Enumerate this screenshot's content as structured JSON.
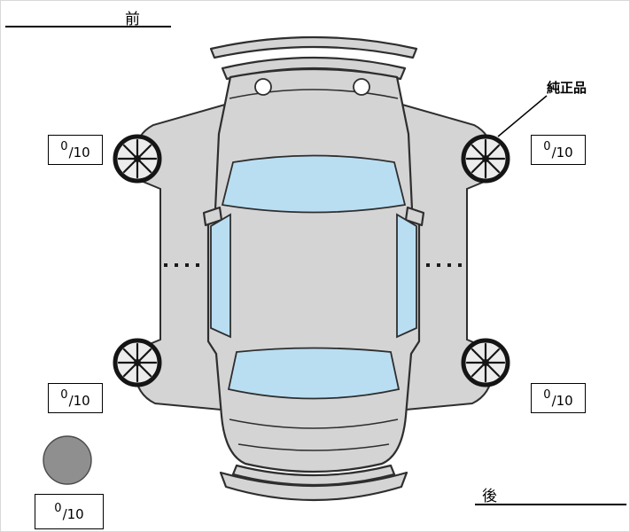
{
  "labels": {
    "front": "前",
    "rear": "後",
    "genuine_part": "純正品"
  },
  "tread_depth": {
    "front_left": {
      "value": "0",
      "max": "/10"
    },
    "front_right": {
      "value": "0",
      "max": "/10"
    },
    "rear_left": {
      "value": "0",
      "max": "/10"
    },
    "rear_right": {
      "value": "0",
      "max": "/10"
    },
    "spare": {
      "value": "0",
      "max": "/10"
    }
  },
  "colors": {
    "background": "#ffffff",
    "car_body": "#d4d4d4",
    "glass": "#b9def2",
    "outline": "#2e2e2e",
    "spare_tire": "#8f8f8f"
  }
}
